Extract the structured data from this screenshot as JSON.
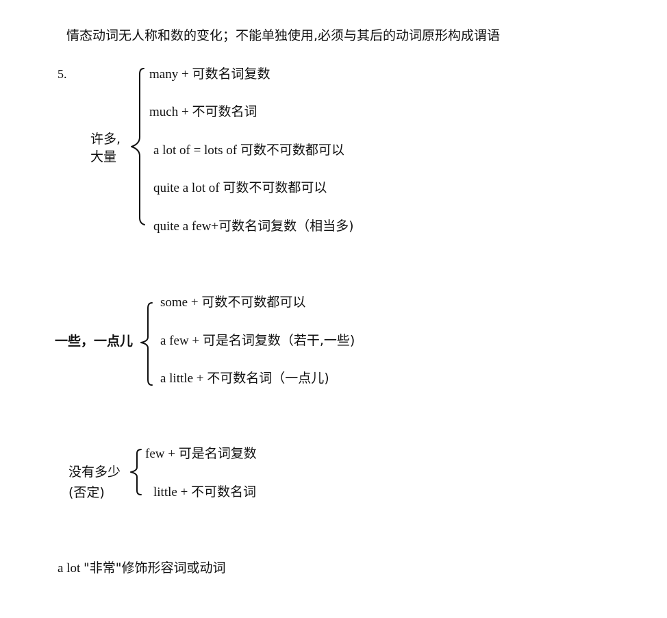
{
  "header": {
    "text": "情态动词无人称和数的变化；不能单独使用,必须与其后的动词原形构成谓语"
  },
  "section5": {
    "number": "5.",
    "label_line1": "许多,",
    "label_line2": "大量",
    "items": [
      {
        "en": "many + ",
        "cn": "可数名词复数"
      },
      {
        "en": "much + ",
        "cn": "不可数名词"
      },
      {
        "en": "a lot of = lots of ",
        "cn": "可数不可数都可以"
      },
      {
        "en": "quite a lot of ",
        "cn": "可数不可数都可以"
      },
      {
        "en": "quite a few+",
        "cn": "可数名词复数（相当多)"
      }
    ]
  },
  "section_some": {
    "label": "一些，一点儿",
    "items": [
      {
        "en": "some + ",
        "cn": "可数不可数都可以"
      },
      {
        "en": "a few + ",
        "cn": "可是名词复数（若干,一些)"
      },
      {
        "en": "a little + ",
        "cn": "不可数名词（一点儿)"
      }
    ]
  },
  "section_few": {
    "label_line1": "没有多少",
    "label_line2": "(否定)",
    "items": [
      {
        "en": "few + ",
        "cn": "可是名词复数"
      },
      {
        "en": "little + ",
        "cn": "不可数名词"
      }
    ]
  },
  "footer": {
    "en": "a lot ",
    "cn": "\"非常\"修饰形容词或动词"
  }
}
